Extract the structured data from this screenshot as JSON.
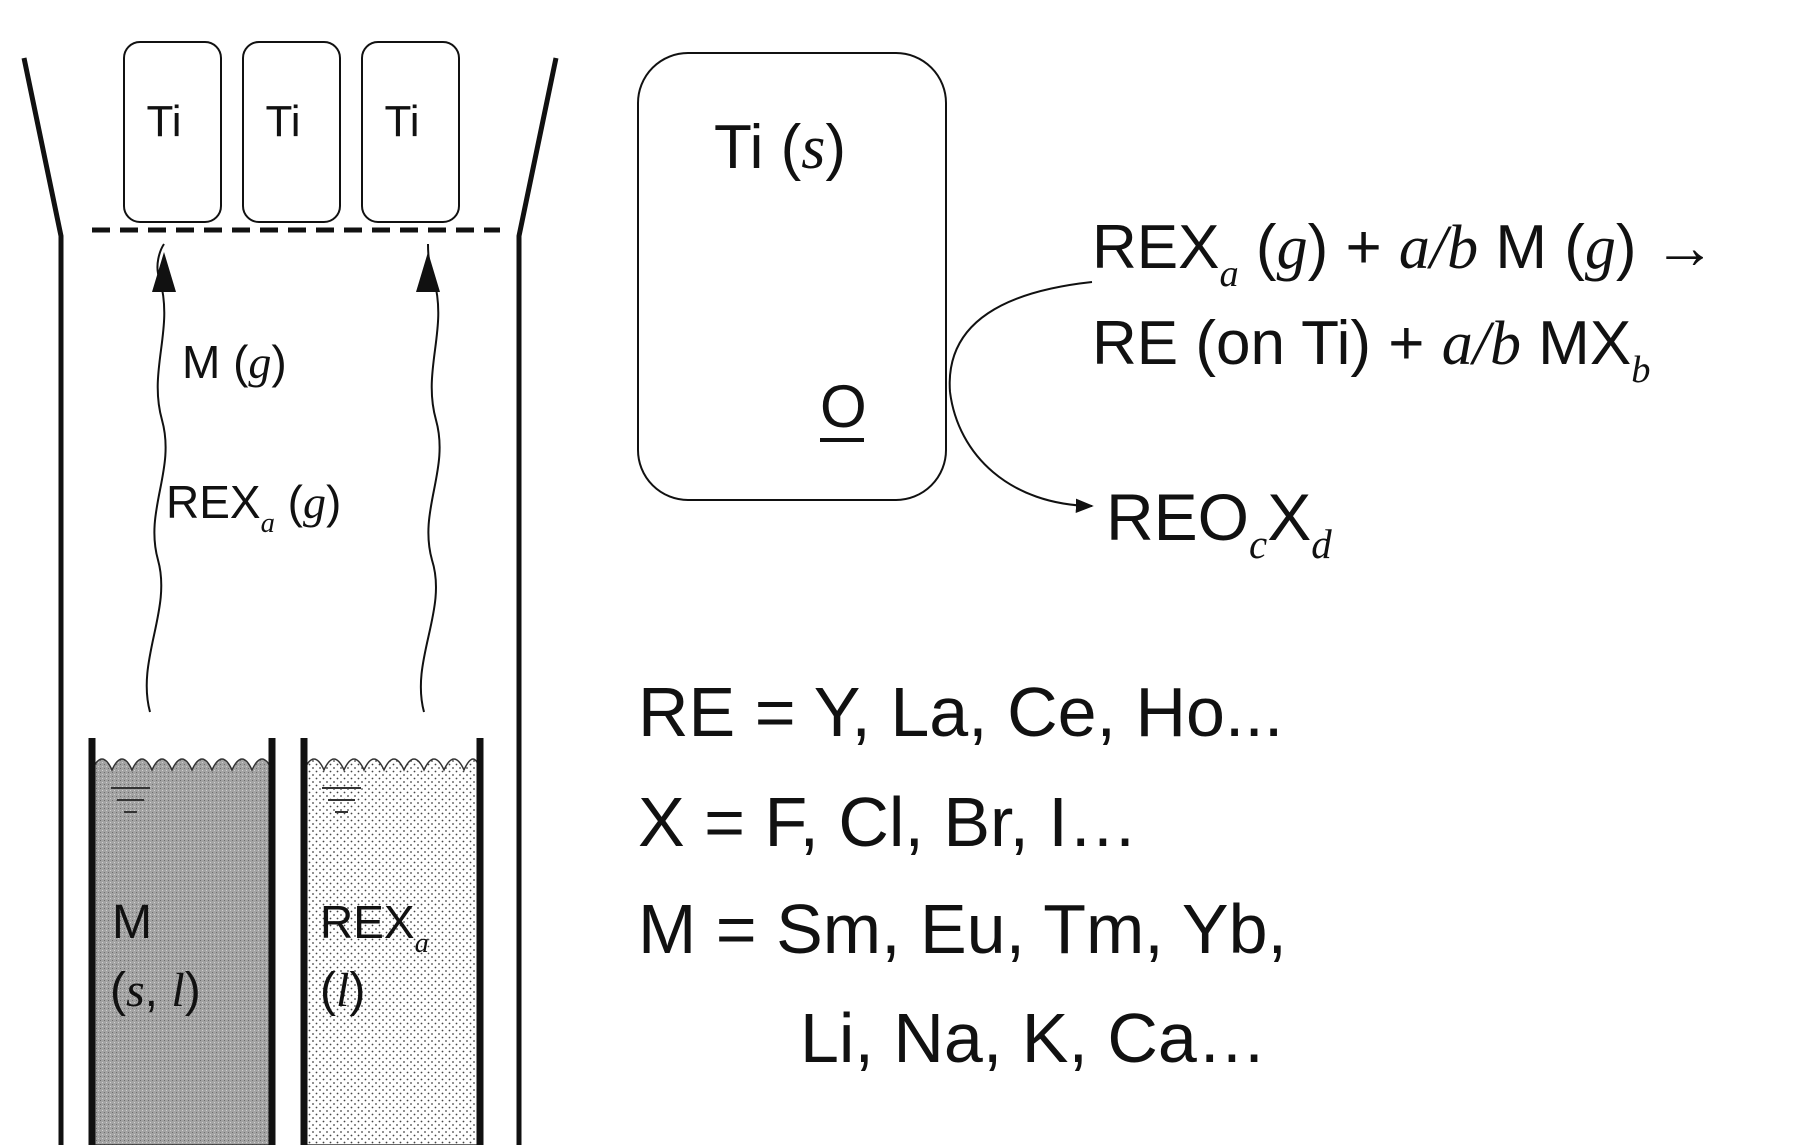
{
  "apparatus": {
    "ti_blocks": [
      "Ti",
      "Ti",
      "Ti"
    ],
    "vapor_labels": {
      "m_gas": {
        "main": "M (",
        "italic": "g",
        "close": ")"
      },
      "rex_gas": {
        "main": "REX",
        "sub": "a",
        "space": " (",
        "italic": "g",
        "close": ")"
      }
    },
    "crucibles": {
      "left": {
        "line1": "M",
        "line2_open": "(",
        "line2_s": "s",
        "line2_sep": ", ",
        "line2_l": "l",
        "line2_close": ")"
      },
      "right": {
        "line1": "REX",
        "line1_sub": "a",
        "line2_open": "(",
        "line2_l": "l",
        "line2_close": ")"
      }
    }
  },
  "ti_particle": {
    "label": "Ti (",
    "label_italic": "s",
    "label_close": ")",
    "oxygen": "O"
  },
  "reaction": {
    "l1_a": "REX",
    "l1_sub": "a",
    "l1_b": " (",
    "l1_g1": "g",
    "l1_c": ") + ",
    "l1_ab": "a/b",
    "l1_d": " M (",
    "l1_g2": "g",
    "l1_e": ") →",
    "l2_a": "RE (on Ti) + ",
    "l2_ab": "a/b",
    "l2_b": " MX",
    "l2_sub": "b",
    "product": "REO",
    "product_sub_c": "c",
    "product_x": "X",
    "product_sub_d": "d"
  },
  "definitions": {
    "re": "RE = Y, La, Ce, Ho...",
    "x": "X = F, Cl, Br, I…",
    "m1": "M = Sm, Eu, Tm, Yb,",
    "m2": "Li, Na, K, Ca…"
  },
  "colors": {
    "stroke": "#111111",
    "liquid_m": "#9e9e9e",
    "liquid_rex": "#f4f4f4"
  }
}
